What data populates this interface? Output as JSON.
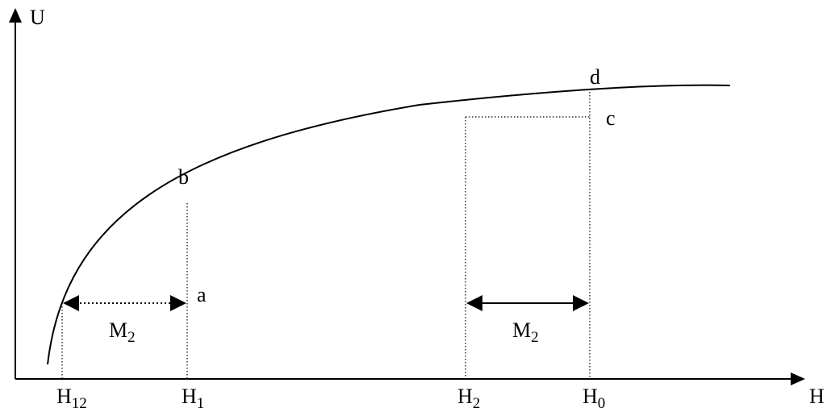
{
  "axes": {
    "y_label": "U",
    "x_label": "H"
  },
  "ticks": [
    {
      "main": "H",
      "sub": "12"
    },
    {
      "main": "H",
      "sub": "1"
    },
    {
      "main": "H",
      "sub": "2"
    },
    {
      "main": "H",
      "sub": "0"
    }
  ],
  "points": {
    "a": "a",
    "b": "b",
    "c": "c",
    "d": "d"
  },
  "intervals": [
    {
      "main": "M",
      "sub": "2"
    },
    {
      "main": "M",
      "sub": "2"
    }
  ]
}
